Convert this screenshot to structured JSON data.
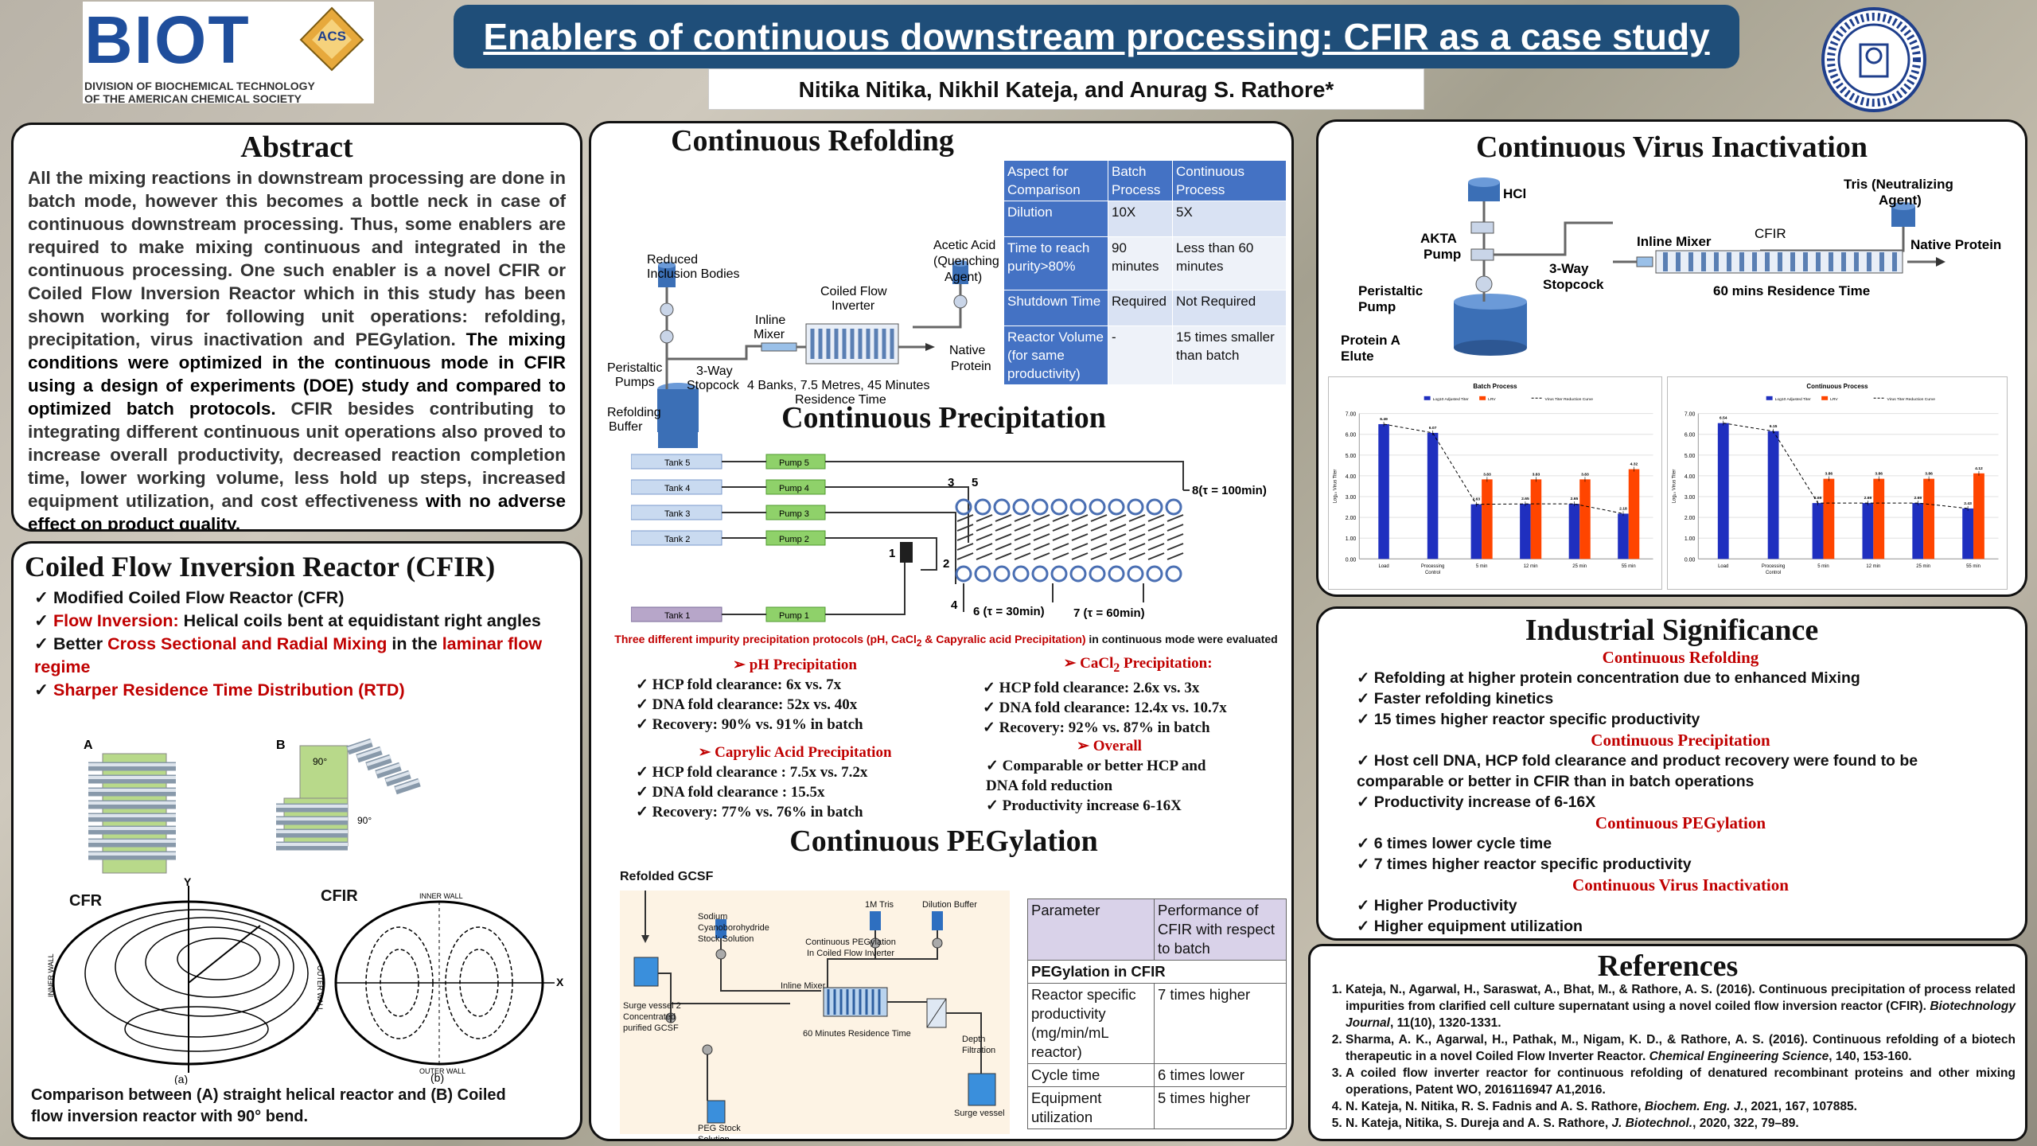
{
  "header": {
    "title": "Enablers of continuous downstream processing: CFIR as a case study",
    "authors": "Nitika Nitika, Nikhil Kateja, and Anurag S. Rathore*",
    "biot_logo_text": "BIOT",
    "biot_sub1": "DIVISION OF BIOCHEMICAL TECHNOLOGY",
    "biot_sub2": "OF THE AMERICAN CHEMICAL SOCIETY",
    "acs_text": "ACS"
  },
  "abstract": {
    "heading": "Abstract",
    "part1": "All the mixing reactions in downstream processing are done in batch mode, however this becomes a bottle neck in case of continuous downstream processing. Thus, some enablers are required to make mixing continuous and integrated in the continuous processing. One such enabler is a novel CFIR or Coiled Flow Inversion Reactor which in this study has been shown working for following unit operations: refolding, precipitation, virus inactivation and PEGylation.",
    "part2": "The mixing conditions were optimized in the continuous mode in CFIR using a design of experiments (DOE) study and compared to optimized batch protocols.",
    "part3": "CFIR besides contributing to integrating different continuous unit operations also proved to increase overall productivity, decreased reaction completion time, lower working volume, less hold up steps, increased equipment utilization, and cost effectiveness",
    "part4": "with no adverse effect on product quality."
  },
  "cfir": {
    "heading": "Coiled Flow Inversion Reactor (CFIR)",
    "b1": "Modified Coiled Flow Reactor (CFR)",
    "b2_red": "Flow Inversion:",
    "b2_rest": "Helical coils bent at equidistant right angles",
    "b3_pre": "Better",
    "b3_red": "Cross Sectional and Radial Mixing",
    "b3_mid": "in the",
    "b3_red2": "laminar flow regime",
    "b4_red": "Sharper Residence Time Distribution (RTD)",
    "label_a": "A",
    "label_b": "B",
    "angle1": "90°",
    "angle2": "90°",
    "cfr": "CFR",
    "cfir": "CFIR",
    "inner_wall": "INNER WALL",
    "outer_wall": "OUTER WALL",
    "inner_wall2": "INNER WALL",
    "outer_wall2": "OUTER WALL",
    "axis_y": "Y",
    "axis_x": "X",
    "sub_a": "(a)",
    "sub_b": "(b)",
    "caption": "Comparison between (A) straight helical reactor and (B) Coiled flow inversion reactor with 90° bend."
  },
  "refolding": {
    "heading": "Continuous Refolding",
    "reduced": "Reduced",
    "inclusion": "Inclusion Bodies",
    "acetic1": "Acetic Acid",
    "acetic2": "(Quenching",
    "acetic3": "Agent)",
    "coiled1": "Coiled Flow",
    "coiled2": "Inverter",
    "inline1": "Inline",
    "inline2": "Mixer",
    "native1": "Native",
    "native2": "Protein",
    "peri1": "Peristaltic",
    "peri2": "Pumps",
    "stop1": "3-Way",
    "stop2": "Stopcock",
    "buf1": "Refolding",
    "buf2": "Buffer",
    "banks1": "4 Banks, 7.5 Metres, 45 Minutes",
    "banks2": "Residence Time",
    "table": {
      "headers": [
        "Aspect for Comparison",
        "Batch Process",
        "Continuous Process"
      ],
      "rows": [
        [
          "Dilution",
          "10X",
          "5X"
        ],
        [
          "Time to reach purity>80%",
          "90 minutes",
          "Less than 60 minutes"
        ],
        [
          "Shutdown Time",
          "Required",
          "Not Required"
        ],
        [
          "Reactor Volume (for same productivity)",
          "-",
          "15 times smaller than batch"
        ]
      ]
    }
  },
  "precipitation": {
    "heading": "Continuous Precipitation",
    "tanks": [
      "Tank 5",
      "Tank 4",
      "Tank 3",
      "Tank 2",
      "Tank 1"
    ],
    "pumps": [
      "Pump 5",
      "Pump 4",
      "Pump 3",
      "Pump 2",
      "Pump 1"
    ],
    "n1": "1",
    "n2": "2",
    "n3": "3",
    "n4": "4",
    "n5": "5",
    "p6": "6 (τ = 30min)",
    "p7": "7 (τ = 60min)",
    "p8": "8(τ = 100min)",
    "caption_red": "Three different impurity precipitation protocols (pH, CaCl",
    "caption_red2": "2",
    "caption_red3": " & Capyralic acid Precipitation)",
    "caption_black": " in continuous mode were evaluated",
    "ph_h": "pH Precipitation",
    "ph": [
      "HCP fold clearance: 6x vs. 7x",
      "DNA fold clearance: 52x vs. 40x",
      "Recovery: 90% vs. 91% in batch"
    ],
    "cap_h": "Caprylic Acid Precipitation",
    "cap": [
      "HCP fold clearance : 7.5x vs. 7.2x",
      "DNA fold clearance : 15.5x",
      "Recovery: 77% vs. 76% in batch"
    ],
    "ca_h1": "CaCl",
    "ca_h2": "2",
    "ca_h3": " Precipitation:",
    "ca": [
      "HCP fold clearance: 2.6x vs. 3x",
      "DNA fold clearance: 12.4x vs. 10.7x",
      "Recovery: 92% vs. 87% in batch"
    ],
    "ov_h": "Overall",
    "ov": [
      "Comparable or better HCP and DNA fold reduction",
      "Productivity increase 6-16X"
    ]
  },
  "pegylation": {
    "heading": "Continuous PEGylation",
    "refolded": "Refolded GCSF",
    "sodium1": "Sodium",
    "sodium2": "Cyanoborohydride",
    "sodium3": "Stock Solution",
    "tris": "1M Tris",
    "dil": "Dilution Buffer",
    "cont1": "Continuous PEGylation",
    "cont2": "In Coiled Flow Inverter",
    "inline": "Inline Mixer",
    "depth1": "Depth",
    "depth2": "Filtration",
    "surge1": "Surge vessel 2",
    "surge2": "Concentrated",
    "surge3": "purified GCSF",
    "res": "60 Minutes Residence Time",
    "peg1": "PEG Stock",
    "peg2": "Solution",
    "surgev": "Surge vessel",
    "table": {
      "h1": "Parameter",
      "h2": "Performance of CFIR with respect to batch",
      "section": "PEGylation in CFIR",
      "rows": [
        [
          "Reactor specific productivity (mg/min/mL reactor)",
          "7 times higher"
        ],
        [
          "Cycle time",
          "6 times lower"
        ],
        [
          "Equipment utilization",
          "5 times higher"
        ]
      ]
    }
  },
  "virus": {
    "heading": "Continuous Virus Inactivation",
    "hcl": "HCl",
    "tris1": "Tris (Neutralizing",
    "tris2": "Agent)",
    "akta1": "AKTA",
    "akta2": "Pump",
    "inline": "Inline Mixer",
    "cfir": "CFIR",
    "native": "Native Protein",
    "stop1": "3-Way",
    "stop2": "Stopcock",
    "res": "60 mins Residence Time",
    "peri1": "Peristaltic",
    "peri2": "Pump",
    "prot1": "Protein A",
    "prot2": "Elute"
  },
  "chart_data": [
    {
      "type": "bar",
      "title": "Batch Process",
      "ylabel": "Log₁₀ Virus Titer",
      "categories": [
        "Load",
        "Processing Control",
        "5 min",
        "12 min",
        "25 min",
        "55 min"
      ],
      "ylim": [
        0,
        7
      ],
      "yticks": [
        "0.00",
        "1.00",
        "2.00",
        "3.00",
        "4.00",
        "5.00",
        "6.00",
        "7.00"
      ],
      "series": [
        {
          "name": "Log10 Adjusted Titer",
          "color": "#1f2fbf",
          "values": [
            6.49,
            6.07,
            2.63,
            2.65,
            2.65,
            2.18
          ],
          "labels": [
            "6.49",
            "6.07",
            "2.63",
            "2.65",
            "2.65",
            "2.18"
          ]
        },
        {
          "name": "LRV",
          "color": "#ff4500",
          "values": [
            null,
            null,
            3.83,
            3.83,
            3.83,
            4.32
          ],
          "labels": [
            "",
            "",
            "3.83",
            "3.83",
            "3.83",
            "4.32"
          ]
        }
      ],
      "line": {
        "name": "Virus Titer Reduction Curve",
        "values": [
          6.49,
          6.07,
          2.63,
          2.65,
          2.65,
          2.18
        ]
      }
    },
    {
      "type": "bar",
      "title": "Continuous Process",
      "ylabel": "Log₁₀ Virus Titer",
      "categories": [
        "Load",
        "Processing Control",
        "5 min",
        "12 min",
        "25 min",
        "55 min"
      ],
      "ylim": [
        0,
        7
      ],
      "yticks": [
        "0.00",
        "1.00",
        "2.00",
        "3.00",
        "4.00",
        "5.00",
        "6.00",
        "7.00"
      ],
      "series": [
        {
          "name": "Log10 Adjusted Titer",
          "color": "#1f2fbf",
          "values": [
            6.54,
            6.15,
            2.69,
            2.69,
            2.69,
            2.43
          ],
          "labels": [
            "6.54",
            "6.15",
            "2.69",
            "2.69",
            "2.69",
            "2.43"
          ]
        },
        {
          "name": "LRV",
          "color": "#ff4500",
          "values": [
            null,
            null,
            3.86,
            3.86,
            3.86,
            4.12
          ],
          "labels": [
            "",
            "",
            "3.86",
            "3.86",
            "3.86",
            "4.12"
          ]
        }
      ],
      "line": {
        "name": "Virus Titer Reduction Curve",
        "values": [
          6.54,
          6.15,
          2.69,
          2.69,
          2.69,
          2.43
        ]
      }
    }
  ],
  "industrial": {
    "heading": "Industrial Significance",
    "s1": "Continuous Refolding",
    "s1_items": [
      "Refolding at higher protein concentration due to enhanced Mixing",
      "Faster refolding kinetics",
      "15 times higher reactor specific productivity"
    ],
    "s2": "Continuous Precipitation",
    "s2_items": [
      "Host cell DNA, HCP fold clearance and product recovery were found to be comparable or better in CFIR than in batch operations",
      "Productivity increase of 6-16X"
    ],
    "s3": "Continuous PEGylation",
    "s3_items": [
      "6 times lower cycle time",
      "7 times higher reactor specific productivity"
    ],
    "s4": "Continuous Virus Inactivation",
    "s4_items": [
      "Higher Productivity",
      "Higher equipment utilization"
    ]
  },
  "references": {
    "heading": "References",
    "items": [
      {
        "pre": "Kateja, N., Agarwal, H., Saraswat, A., Bhat, M., & Rathore, A. S. (2016). Continuous precipitation of process related impurities from clarified cell culture supernatant using a novel coiled flow inversion reactor (CFIR). ",
        "it": "Biotechnology Journal",
        "post": ", 11(10), 1320-1331."
      },
      {
        "pre": "Sharma, A. K., Agarwal, H., Pathak, M., Nigam, K. D., & Rathore, A. S. (2016). Continuous refolding of a biotech therapeutic in a novel Coiled Flow Inverter Reactor. ",
        "it": "Chemical Engineering Science",
        "post": ", 140, 153-160."
      },
      {
        "pre": "A coiled flow inverter reactor for continuous refolding of denatured recombinant proteins and other mixing operations, Patent WO, 2016116947 A1,2016.",
        "it": "",
        "post": ""
      },
      {
        "pre": "N. Kateja, N. Nitika, R. S. Fadnis and A. S. Rathore, ",
        "it": "Biochem. Eng. J.",
        "post": ", 2021, 167, 107885."
      },
      {
        "pre": "N. Kateja, Nitika, S. Dureja and A. S. Rathore, ",
        "it": "J. Biotechnol.",
        "post": ", 2020, 322, 79–89."
      }
    ]
  },
  "colors": {
    "title_bg": "#1f4e79",
    "accent_red": "#c00000",
    "table_blue": "#4472c4",
    "table_light": "#d9e2f3",
    "peg_purple": "#d9d2e9"
  }
}
